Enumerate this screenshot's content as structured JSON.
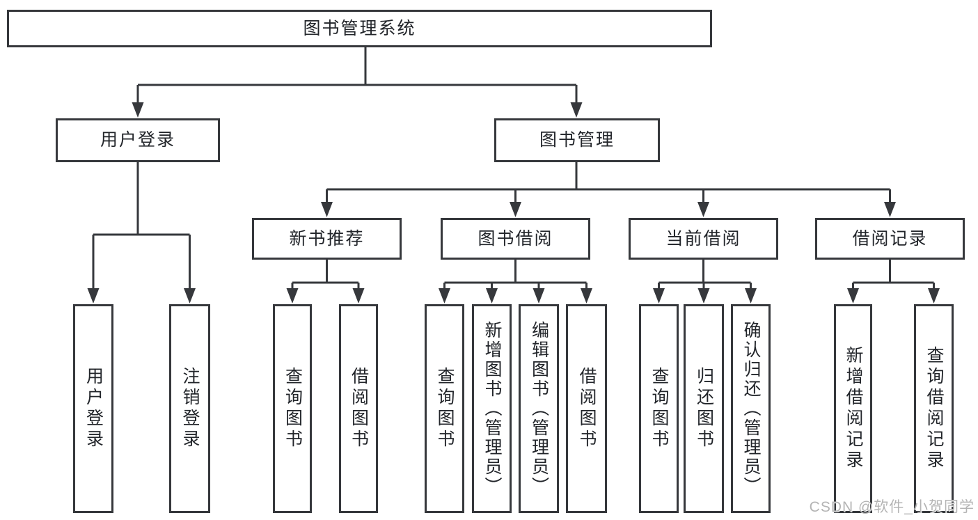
{
  "diagram": {
    "type": "tree",
    "colors": {
      "line": "#36383c",
      "box_border": "#36383c",
      "text": "#22252a",
      "background": "#ffffff",
      "watermark": "#b4b4b4"
    },
    "tree": {
      "label": "图书管理系统",
      "children": [
        {
          "label": "用户登录",
          "children": [
            {
              "label": "用户登录"
            },
            {
              "label": "注销登录"
            }
          ]
        },
        {
          "label": "图书管理",
          "children": [
            {
              "label": "新书推荐",
              "children": [
                {
                  "label": "查询图书"
                },
                {
                  "label": "借阅图书"
                }
              ]
            },
            {
              "label": "图书借阅",
              "children": [
                {
                  "label": "查询图书"
                },
                {
                  "label": "新增图书（管理员）"
                },
                {
                  "label": "编辑图书（管理员）"
                },
                {
                  "label": "借阅图书"
                }
              ]
            },
            {
              "label": "当前借阅",
              "children": [
                {
                  "label": "查询图书"
                },
                {
                  "label": "归还图书"
                },
                {
                  "label": "确认归还（管理员）"
                }
              ]
            },
            {
              "label": "借阅记录",
              "children": [
                {
                  "label": "新增借阅记录"
                },
                {
                  "label": "查询借阅记录"
                }
              ]
            }
          ]
        }
      ]
    },
    "watermark": "CSDN @软件_小贺同学"
  }
}
